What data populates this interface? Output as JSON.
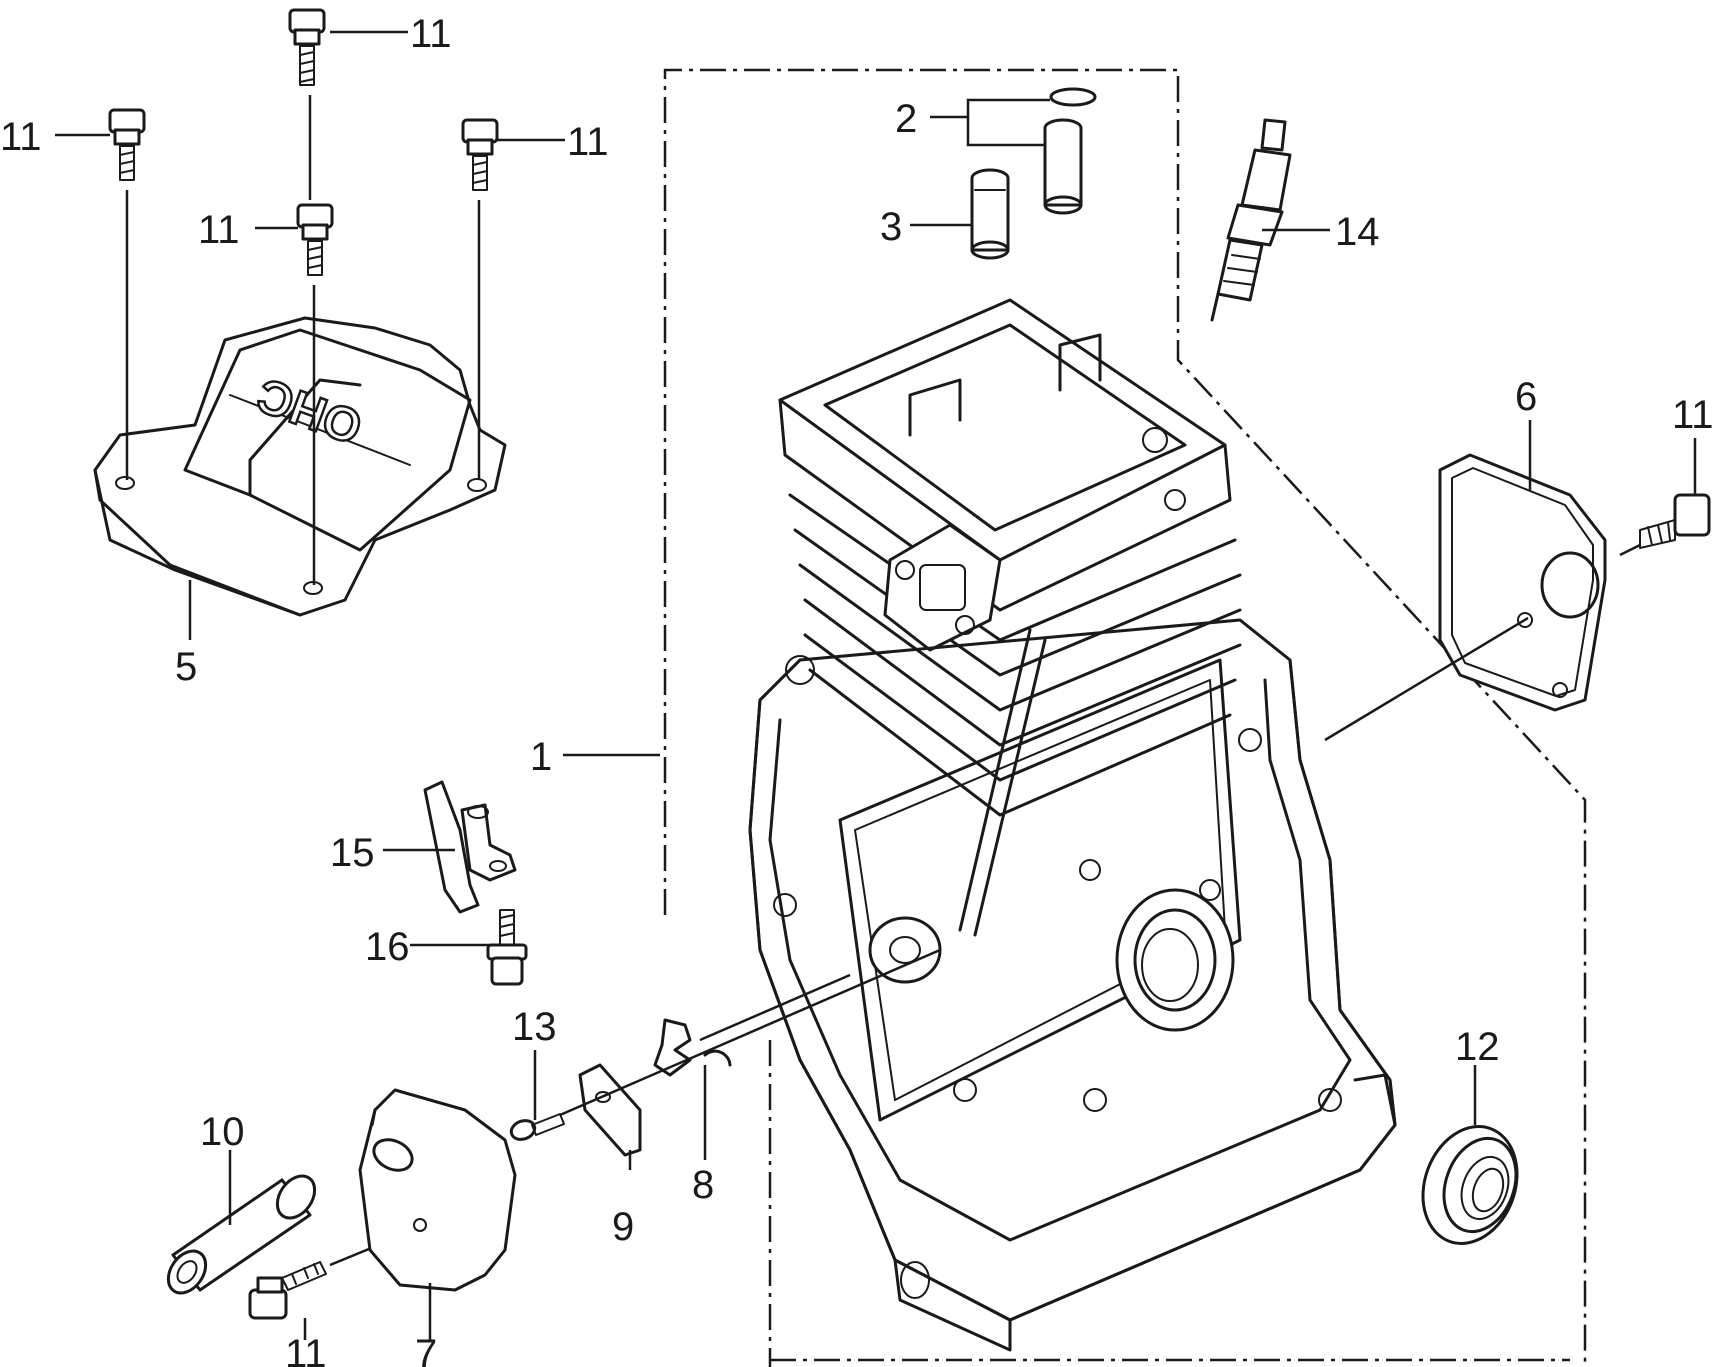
{
  "callouts": {
    "c1": "1",
    "c2": "2",
    "c3": "3",
    "c5": "5",
    "c6": "6",
    "c7": "7",
    "c8": "8",
    "c9": "9",
    "c10": "10",
    "c11": "11",
    "c12": "12",
    "c13": "13",
    "c14": "14",
    "c15": "15",
    "c16": "16"
  },
  "cover_emboss": "OHC"
}
